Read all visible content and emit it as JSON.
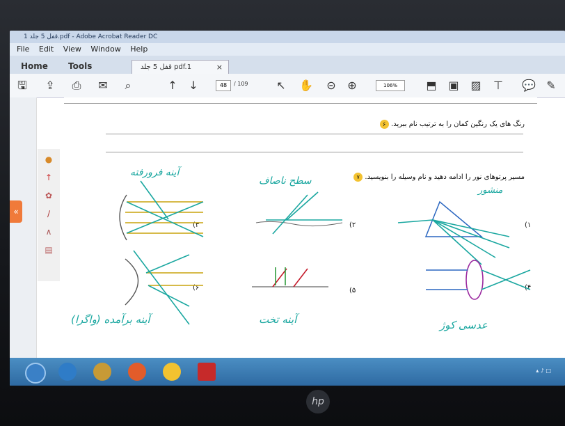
{
  "window": {
    "title": "قفل 5 جلد 1.pdf - Adobe Acrobat Reader DC"
  },
  "menu": [
    "File",
    "Edit",
    "View",
    "Window",
    "Help"
  ],
  "tabs": {
    "home": "Home",
    "tools": "Tools",
    "doc": "قفل 5 جلد pdf.1",
    "close": "×"
  },
  "toolbar": {
    "page_current": "48",
    "page_total": "/ 109",
    "zoom": "106%",
    "icons": [
      "save-icon",
      "upload-icon",
      "print-icon",
      "email-icon",
      "search-icon",
      "prev-page-icon",
      "next-page-icon",
      "select-icon",
      "hand-icon",
      "zoom-out-icon",
      "zoom-in-icon",
      "fit-icon",
      "scroll-icon",
      "fullscreen-icon",
      "comment-icon",
      "pen-icon"
    ]
  },
  "document": {
    "q6_text": "رنگ های یک رنگین کمان را به ترتیب نام ببرید.",
    "q6_number": "۶",
    "q7_text": "مسیر پرتوهای نور را ادامه دهید و نام وسیله را بنویسید.",
    "q7_number": "۷",
    "labels": {
      "l1": "(۱",
      "l2": "(۲",
      "l3": "(۳",
      "l4": "(۴",
      "l5": "(۵",
      "l6": "(۶"
    },
    "page_number": "۴۸",
    "handwriting": {
      "concave_mirror": "آینه فرورفته",
      "flat_surface": "سطح ناصاف",
      "prism": "منشور",
      "convex_mirror": "آینه برآمده (واگرا)",
      "flat_mirror": "آینه تخت",
      "convex_lens": "عدسی کوژ"
    }
  },
  "colors": {
    "ink_teal": "#1aa7a0",
    "ink_yellow": "#c9a40d",
    "ink_red": "#c41a2a",
    "ink_purple": "#9b2aa0",
    "ink_blue": "#2a66c0",
    "accent_orange": "#f07a3a"
  },
  "taskbar": {
    "apps": [
      "start-icon",
      "ie-icon",
      "explorer-icon",
      "media-icon",
      "chrome-icon",
      "acrobat-icon"
    ]
  }
}
